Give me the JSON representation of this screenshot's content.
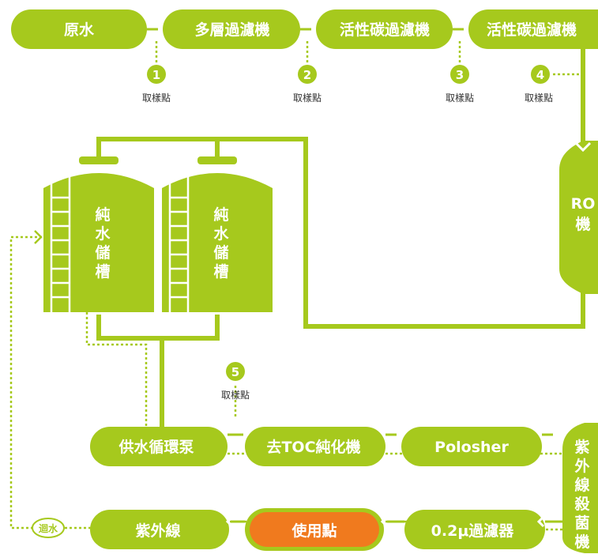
{
  "colors": {
    "green": "#a6c91d",
    "highlight": "#f07a1e",
    "text": "#ffffff",
    "caption": "#333333"
  },
  "top_row": {
    "raw_water": "原水",
    "multimedia_filter": "多層過濾機",
    "carbon_filter_1": "活性碳過濾機",
    "carbon_filter_2": "活性碳過濾機"
  },
  "sampling": {
    "label": "取樣點",
    "points": [
      {
        "number": "1",
        "label": "取樣點"
      },
      {
        "number": "2",
        "label": "取樣點"
      },
      {
        "number": "3",
        "label": "取樣點"
      },
      {
        "number": "4",
        "label": "取樣點"
      },
      {
        "number": "5",
        "label": "取樣點"
      }
    ]
  },
  "ro_machine": {
    "line1": "RO",
    "line2": "機"
  },
  "tanks": [
    {
      "chars": [
        "純",
        "水",
        "儲",
        "槽"
      ]
    },
    {
      "chars": [
        "純",
        "水",
        "儲",
        "槽"
      ]
    }
  ],
  "middle_row": {
    "supply_pump": "供水循環泵",
    "toc_unit": "去TOC純化機",
    "polisher": "Polosher"
  },
  "uv_sterilizer": {
    "chars": [
      "紫",
      "外",
      "線",
      "殺",
      "菌",
      "機"
    ]
  },
  "bottom_row": {
    "filter_02": "0.2μ過濾器",
    "use_point": "使用點",
    "uv": "紫外線",
    "return": "迴水"
  }
}
